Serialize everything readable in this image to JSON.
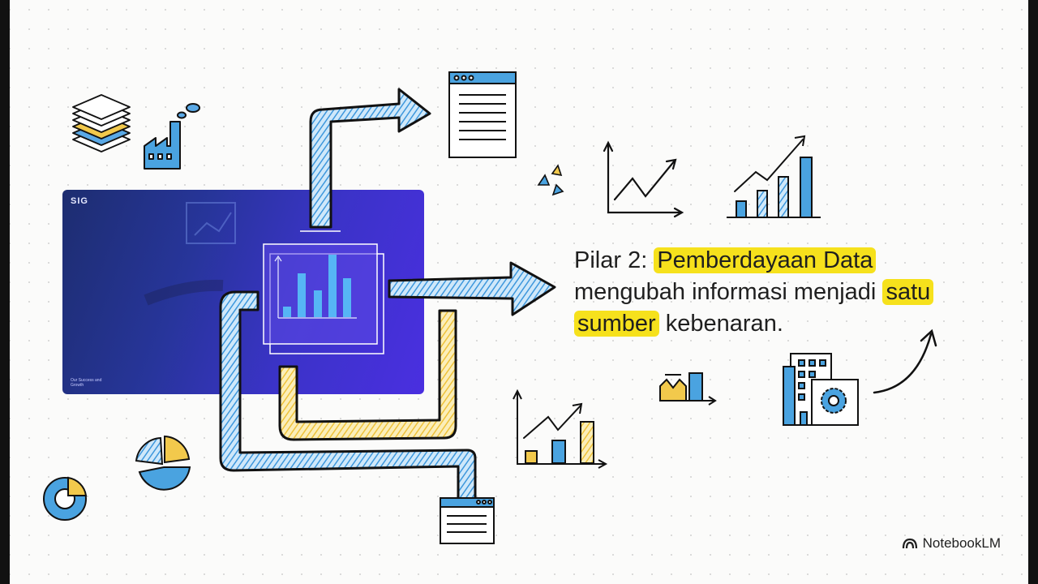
{
  "photo": {
    "logo_text": "SIG",
    "footer_text": "Our Success and Growth"
  },
  "caption": {
    "prefix": "Pilar 2: ",
    "highlight_1": "Pemberdayaan Data",
    "middle": "mengubah informasi menjadi ",
    "highlight_2": "satu",
    "highlight_3": "sumber",
    "suffix": " kebenaran."
  },
  "brand": {
    "name": "NotebookLM",
    "icon": "notebooklm-logo-icon"
  },
  "colors": {
    "blue": "#4aa3e0",
    "yellow": "#f2c94c",
    "highlight": "#f6e11c",
    "ink": "#1f1f1f"
  }
}
